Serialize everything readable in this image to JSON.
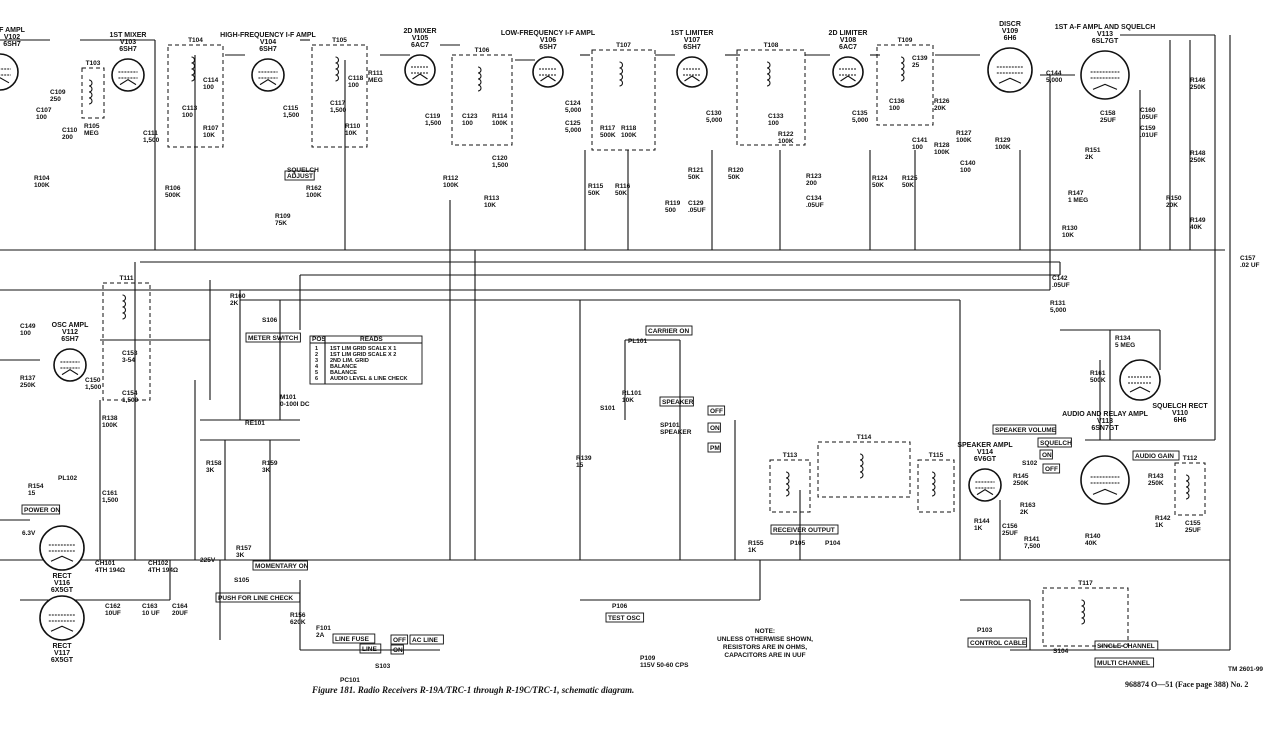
{
  "stages": [
    {
      "title": "F AMPL",
      "ref": "V102",
      "type": "6SH7"
    },
    {
      "title": "1ST MIXER",
      "ref": "V103",
      "type": "6SH7"
    },
    {
      "title": "HIGH-FREQUENCY I-F AMPL",
      "ref": "V104",
      "type": "6SH7"
    },
    {
      "title": "2D MIXER",
      "ref": "V105",
      "type": "6AC7"
    },
    {
      "title": "LOW-FREQUENCY I-F AMPL",
      "ref": "V106",
      "type": "6SH7"
    },
    {
      "title": "1ST LIMITER",
      "ref": "V107",
      "type": "6SH7"
    },
    {
      "title": "2D LIMITER",
      "ref": "V108",
      "type": "6AC7"
    },
    {
      "title": "DISCR",
      "ref": "V109",
      "type": "6H6"
    },
    {
      "title": "1ST A-F AMPL AND SQUELCH",
      "ref": "V113",
      "type": "6SL7GT"
    },
    {
      "title": "OSC AMPL",
      "ref": "V112",
      "type": "6SH7"
    },
    {
      "title": "SQUELCH RECT",
      "ref": "V110",
      "type": "6H6"
    },
    {
      "title": "AUDIO AND RELAY AMPL",
      "ref": "V113",
      "type": "6SN7GT"
    },
    {
      "title": "SPEAKER AMPL",
      "ref": "V114",
      "type": "6V6GT"
    },
    {
      "title": "RECT",
      "ref": "V116",
      "type": "6X5GT"
    },
    {
      "title": "RECT",
      "ref": "V117",
      "type": "6X5GT"
    }
  ],
  "transformers": [
    "T103",
    "T104",
    "T105",
    "T106",
    "T107",
    "T108",
    "T109",
    "T111",
    "T113",
    "T114",
    "T115",
    "T112",
    "T117"
  ],
  "components": [
    {
      "ref": "C107",
      "value": "100"
    },
    {
      "ref": "C109",
      "value": "250"
    },
    {
      "ref": "R104",
      "value": "100K"
    },
    {
      "ref": "R105",
      "value": "MEG"
    },
    {
      "ref": "C110",
      "value": "200"
    },
    {
      "ref": "C111",
      "value": "1,500"
    },
    {
      "ref": "R106",
      "value": "500K"
    },
    {
      "ref": "C114",
      "value": "100"
    },
    {
      "ref": "C113",
      "value": "100"
    },
    {
      "ref": "R107",
      "value": "10K"
    },
    {
      "ref": "C115",
      "value": "1,500"
    },
    {
      "ref": "R109",
      "value": "75K"
    },
    {
      "ref": "R162",
      "value": "100K"
    },
    {
      "ref": "C118",
      "value": "100"
    },
    {
      "ref": "R111",
      "value": "MEG"
    },
    {
      "ref": "C117",
      "value": "1,500"
    },
    {
      "ref": "R110",
      "value": "10K"
    },
    {
      "ref": "C119",
      "value": "1,500"
    },
    {
      "ref": "R112",
      "value": "100K"
    },
    {
      "ref": "C123",
      "value": "100"
    },
    {
      "ref": "R114",
      "value": "100K"
    },
    {
      "ref": "R113",
      "value": "10K"
    },
    {
      "ref": "C120",
      "value": "1,500"
    },
    {
      "ref": "C124",
      "value": "5,000"
    },
    {
      "ref": "C125",
      "value": "5,000"
    },
    {
      "ref": "R117",
      "value": "500K"
    },
    {
      "ref": "R118",
      "value": "100K"
    },
    {
      "ref": "R115",
      "value": "50K"
    },
    {
      "ref": "R116",
      "value": "50K"
    },
    {
      "ref": "R119",
      "value": "500"
    },
    {
      "ref": "C129",
      "value": ".05UF"
    },
    {
      "ref": "R121",
      "value": "50K"
    },
    {
      "ref": "R120",
      "value": "50K"
    },
    {
      "ref": "C130",
      "value": "5,000"
    },
    {
      "ref": "C133",
      "value": "100"
    },
    {
      "ref": "R122",
      "value": "100K"
    },
    {
      "ref": "R123",
      "value": "200"
    },
    {
      "ref": "C134",
      "value": ".05UF"
    },
    {
      "ref": "C135",
      "value": "5,000"
    },
    {
      "ref": "R124",
      "value": "50K"
    },
    {
      "ref": "R125",
      "value": "50K"
    },
    {
      "ref": "C139",
      "value": "25"
    },
    {
      "ref": "C136",
      "value": "100"
    },
    {
      "ref": "R126",
      "value": "20K"
    },
    {
      "ref": "R127",
      "value": "100K"
    },
    {
      "ref": "R128",
      "value": "100K"
    },
    {
      "ref": "C140",
      "value": "100"
    },
    {
      "ref": "R129",
      "value": "100K"
    },
    {
      "ref": "C141",
      "value": "100"
    },
    {
      "ref": "C144",
      "value": "5,000"
    },
    {
      "ref": "C158",
      "value": "25UF"
    },
    {
      "ref": "R151",
      "value": "2K"
    },
    {
      "ref": "R147",
      "value": "1 MEG"
    },
    {
      "ref": "R130",
      "value": "10K"
    },
    {
      "ref": "C142",
      "value": ".05UF"
    },
    {
      "ref": "R131",
      "value": "5,000"
    },
    {
      "ref": "R146",
      "value": "250K"
    },
    {
      "ref": "R148",
      "value": "250K"
    },
    {
      "ref": "C160",
      "value": ".05UF"
    },
    {
      "ref": "C159",
      "value": ".01UF"
    },
    {
      "ref": "R150",
      "value": "20K"
    },
    {
      "ref": "R149",
      "value": "40K"
    },
    {
      "ref": "C157",
      "value": ".02 UF"
    },
    {
      "ref": "R134",
      "value": "5 MEG"
    },
    {
      "ref": "R161",
      "value": "500K"
    },
    {
      "ref": "C149",
      "value": "100"
    },
    {
      "ref": "R137",
      "value": "250K"
    },
    {
      "ref": "C150",
      "value": "1,500"
    },
    {
      "ref": "C153",
      "value": "3-54"
    },
    {
      "ref": "C154",
      "value": "1,500"
    },
    {
      "ref": "R138",
      "value": "100K"
    },
    {
      "ref": "C161",
      "value": "1,500"
    },
    {
      "ref": "R154",
      "value": "15"
    },
    {
      "ref": "R160",
      "value": "2K"
    },
    {
      "ref": "R158",
      "value": "3K"
    },
    {
      "ref": "R159",
      "value": "3K"
    },
    {
      "ref": "R157",
      "value": "3K"
    },
    {
      "ref": "R156",
      "value": "620K"
    },
    {
      "ref": "R139",
      "value": "15"
    },
    {
      "ref": "RL101",
      "value": "10K"
    },
    {
      "ref": "R155",
      "value": "1K"
    },
    {
      "ref": "R145",
      "value": "250K"
    },
    {
      "ref": "R163",
      "value": "2K"
    },
    {
      "ref": "R144",
      "value": "1K"
    },
    {
      "ref": "C156",
      "value": "25UF"
    },
    {
      "ref": "R141",
      "value": "7,500"
    },
    {
      "ref": "R140",
      "value": "40K"
    },
    {
      "ref": "R143",
      "value": "250K"
    },
    {
      "ref": "R142",
      "value": "1K"
    },
    {
      "ref": "C155",
      "value": "25UF"
    },
    {
      "ref": "CH101",
      "value": "4TH 194Ω"
    },
    {
      "ref": "CH102",
      "value": "4TH 194Ω"
    },
    {
      "ref": "C162",
      "value": "10UF"
    },
    {
      "ref": "C163",
      "value": "10 UF"
    },
    {
      "ref": "C164",
      "value": "20UF"
    },
    {
      "ref": "F101",
      "value": "2A"
    },
    {
      "ref": "M101",
      "value": "0-100I DC"
    },
    {
      "ref": "RE101",
      "value": ""
    },
    {
      "ref": "S106",
      "value": ""
    },
    {
      "ref": "S101",
      "value": ""
    },
    {
      "ref": "SP101",
      "value": "SPEAKER"
    },
    {
      "ref": "PL101",
      "value": ""
    },
    {
      "ref": "PL102",
      "value": ""
    },
    {
      "ref": "P105",
      "value": ""
    },
    {
      "ref": "P104",
      "value": ""
    },
    {
      "ref": "P106",
      "value": ""
    },
    {
      "ref": "P103",
      "value": ""
    },
    {
      "ref": "S105",
      "value": ""
    },
    {
      "ref": "S103",
      "value": ""
    },
    {
      "ref": "S102",
      "value": ""
    },
    {
      "ref": "S104",
      "value": ""
    },
    {
      "ref": "PC101",
      "value": ""
    },
    {
      "ref": "P109",
      "value": "115V 50-60 CPS"
    }
  ],
  "boxed_labels": {
    "squelch_adjust": "ADJUST",
    "squelch": "SQUELCH",
    "meter_switch": "METER SWITCH",
    "power_on": "POWER ON",
    "carrier_on": "CARRIER ON",
    "speaker": "SPEAKER",
    "off": "OFF",
    "on": "ON",
    "pm": "PM",
    "receiver_output": "RECEIVER OUTPUT",
    "test_osc": "TEST OSC",
    "control_cable": "CONTROL CABLE",
    "single_channel": "SINGLE CHANNEL",
    "multi_channel": "MULTI CHANNEL",
    "line_fuse": "LINE FUSE",
    "line": "LINE",
    "ac_off": "OFF",
    "ac_on": "ON",
    "ac_line": "AC LINE",
    "momentary_on": "MOMENTARY ON",
    "push_line_check": "PUSH FOR LINE CHECK",
    "speaker_volume": "SPEAKER VOLUME",
    "squelch_sw": "SQUELCH",
    "sq_on": "ON",
    "sq_off": "OFF",
    "audio_gain": "AUDIO GAIN",
    "v225": "225V",
    "v63": "6.3V"
  },
  "meter_table": {
    "headers": [
      "POS",
      "READS"
    ],
    "rows": [
      [
        "1",
        "1ST LIM GRID SCALE X 1"
      ],
      [
        "2",
        "1ST LIM GRID SCALE X 2"
      ],
      [
        "3",
        "2ND LIM. GRID"
      ],
      [
        "4",
        "BALANCE"
      ],
      [
        "5",
        "BALANCE"
      ],
      [
        "6",
        "AUDIO LEVEL & LINE CHECK"
      ]
    ]
  },
  "note": {
    "title": "NOTE:",
    "lines": [
      "UNLESS OTHERWISE SHOWN,",
      "RESISTORS ARE IN OHMS,",
      "CAPACITORS ARE IN UUF"
    ]
  },
  "caption": "Figure 181.  Radio Receivers R-19A/TRC-1 through R-19C/TRC-1, schematic diagram.",
  "tm_number": "TM 2601-99",
  "footer": "968874 O—51 (Face page 388) No. 2"
}
